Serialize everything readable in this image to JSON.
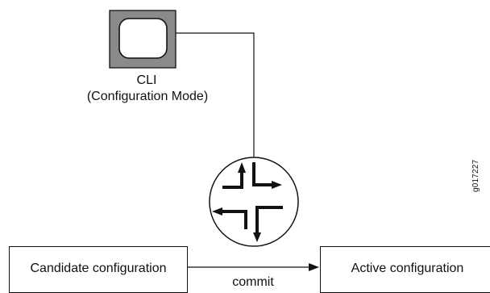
{
  "cli": {
    "title": "CLI",
    "subtitle": "(Configuration Mode)",
    "icon": "terminal-monitor-icon"
  },
  "router": {
    "icon": "router-symbol-icon"
  },
  "boxes": {
    "candidate": "Candidate configuration",
    "active": "Active configuration"
  },
  "arrow": {
    "label": "commit"
  },
  "figure_id": "g017227",
  "colors": {
    "line": "#111111",
    "monitor_body": "#8a8a8a",
    "background": "#ffffff"
  }
}
